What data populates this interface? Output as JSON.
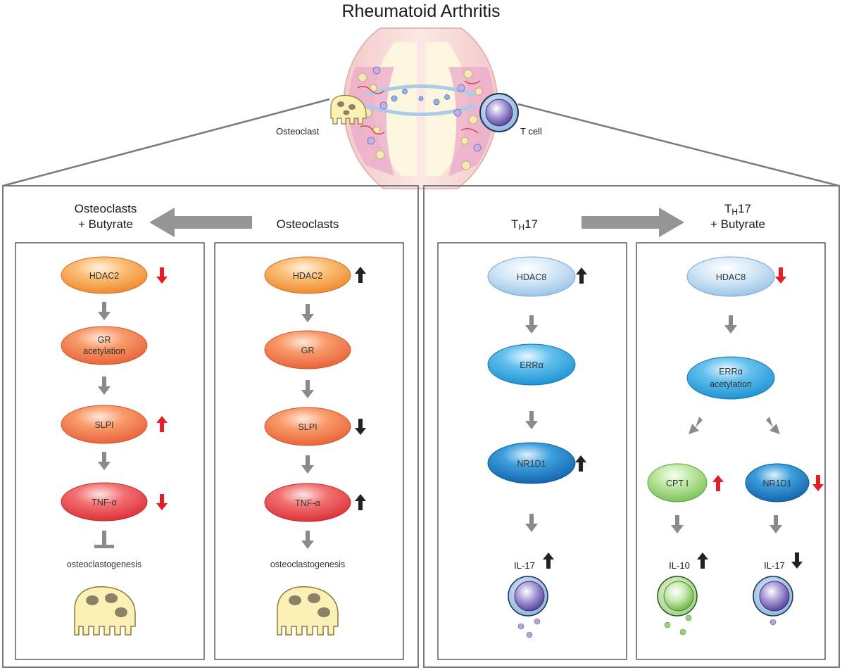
{
  "title": "Rheumatoid Arthritis",
  "labels": {
    "osteoclast": "Osteoclast",
    "t_cell": "T cell"
  },
  "panels": {
    "left": {
      "header_butyrate_line1": "Osteoclasts",
      "header_butyrate_line2": "+ Butyrate",
      "header_control": "Osteoclasts",
      "butyrate_column": {
        "nodes": [
          "HDAC2",
          "GR",
          "acetylation",
          "SLPI",
          "TNF-α"
        ],
        "outcome": "osteoclastogenesis",
        "changes": [
          "down",
          "up",
          "down"
        ]
      },
      "control_column": {
        "nodes": [
          "HDAC2",
          "GR",
          "SLPI",
          "TNF-α"
        ],
        "outcome": "osteoclastogenesis",
        "changes": [
          "up",
          "down",
          "up"
        ]
      }
    },
    "right": {
      "header_control_main": "T",
      "header_control_sub": "H",
      "header_control_tail": "17",
      "header_butyrate_main": "T",
      "header_butyrate_sub": "H",
      "header_butyrate_tail": "17",
      "header_butyrate_line2": "+ Butyrate",
      "control_column": {
        "nodes": [
          "HDAC8",
          "ERRα",
          "NR1D1"
        ],
        "cytokine": "IL-17",
        "changes": [
          "up",
          "up",
          "up"
        ]
      },
      "butyrate_column": {
        "nodes": [
          "HDAC8",
          "ERRα",
          "acetylation",
          "CPT Ⅰ",
          "NR1D1"
        ],
        "cytokines": [
          "IL-10",
          "IL-17"
        ],
        "changes": [
          "down",
          "up",
          "down",
          "up",
          "down"
        ]
      }
    }
  },
  "colors": {
    "orange_node": "#f5a04a",
    "red_node": "#e8484c",
    "lightblue_node": "#c3ddf3",
    "blue_node": "#3da8e0",
    "darkblue_node": "#1f7cc3",
    "green_node": "#a6db85",
    "arrow_gray": "#8a8a8a",
    "red_arrow": "#e31e24"
  }
}
